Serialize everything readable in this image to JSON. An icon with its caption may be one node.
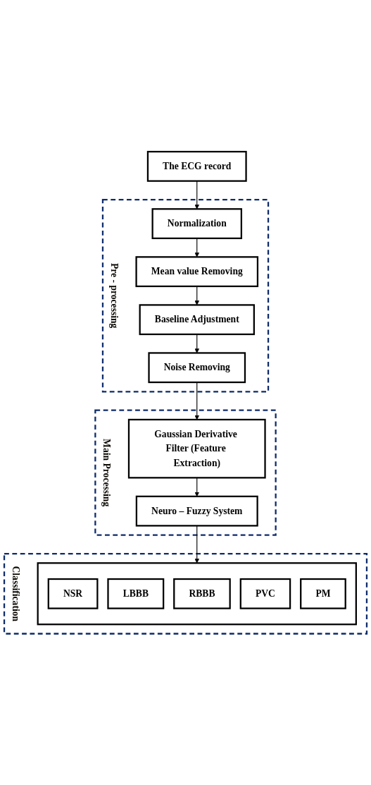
{
  "diagram": {
    "nodes": [
      {
        "text": [
          "The ECG record"
        ]
      },
      {
        "text": [
          "Pre - processing"
        ]
      },
      {
        "text": [
          "Normalization"
        ],
        "in": 1
      },
      {
        "text": [
          "Mean value Removing"
        ],
        "in": 1
      },
      {
        "text": [
          "Baseline Adjustment"
        ],
        "in": 1
      },
      {
        "text": [
          "Noise Removing"
        ],
        "in": 1
      },
      {
        "text": [
          "Main Processing"
        ]
      },
      {
        "text": [
          "Gaussian Derivative Filter (Feature Extraction)"
        ],
        "in": 6
      },
      {
        "text": [
          "Neuro – Fuzzy System"
        ],
        "in": 6
      },
      {
        "text": [
          "Classification"
        ]
      },
      {
        "text": [],
        "shape": "box",
        "in": 9
      },
      {
        "text": [
          "NSR"
        ],
        "in": 10
      },
      {
        "text": [
          "LBBB"
        ],
        "in": 10
      },
      {
        "text": [
          "RBBB"
        ],
        "in": 10
      },
      {
        "text": [
          "PVC"
        ],
        "in": 10
      },
      {
        "text": [
          "PM"
        ],
        "in": 10
      }
    ],
    "edges": [
      {
        "from": 0,
        "to": 2,
        "arrow": "to"
      },
      {
        "from": 2,
        "to": 3,
        "arrow": "to"
      },
      {
        "from": 3,
        "to": 4,
        "arrow": "to"
      },
      {
        "from": 4,
        "to": 5,
        "arrow": "to"
      },
      {
        "from": 5,
        "to": 7,
        "arrow": "to"
      },
      {
        "from": 7,
        "to": 8,
        "arrow": "to"
      },
      {
        "from": 8,
        "to": 10,
        "arrow": "to"
      }
    ]
  }
}
